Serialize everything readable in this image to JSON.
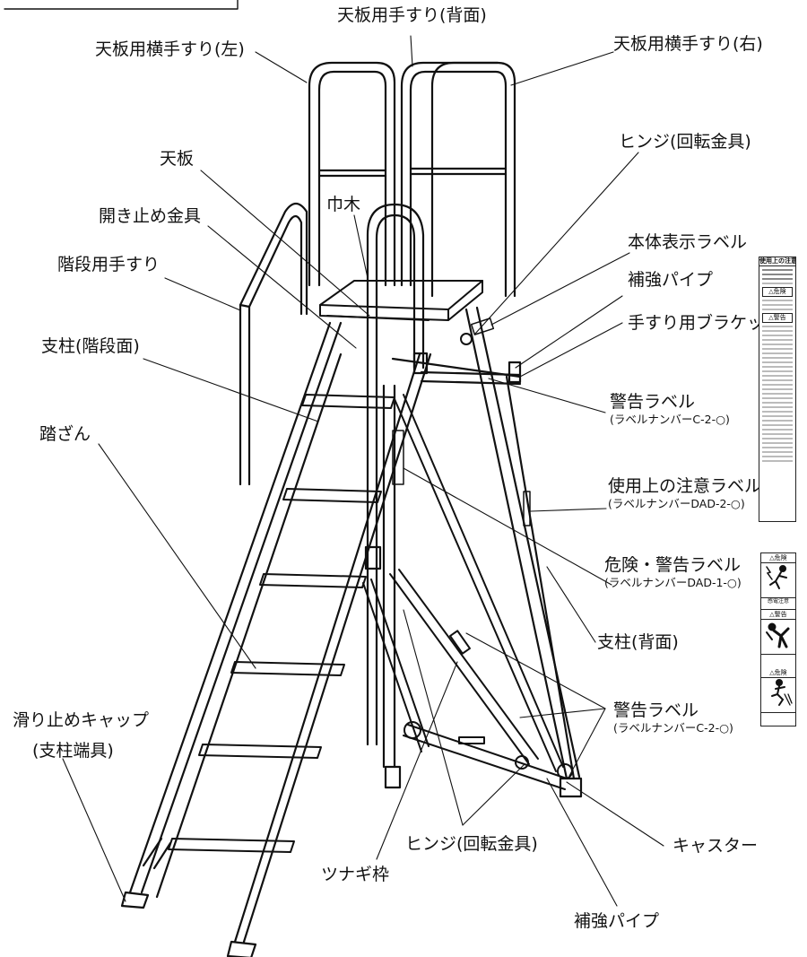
{
  "labels": {
    "top_handrail_back": "天板用手すり(背面)",
    "top_side_handrail_left": "天板用横手すり(左)",
    "top_side_handrail_right": "天板用横手すり(右)",
    "hinge_top": "ヒンジ(回転金具)",
    "top_board": "天板",
    "toe_board": "巾木",
    "open_stop_fitting": "開き止め金具",
    "body_display_label": "本体表示ラベル",
    "stair_handrail": "階段用手すり",
    "reinforcement_pipe_top": "補強パイプ",
    "handrail_bracket": "手すり用ブラケット",
    "pillar_stair_side": "支柱(階段面)",
    "warning_label_top": "警告ラベル",
    "warning_label_top_no": "(ラベルナンバーC-2-○)",
    "step": "踏ざん",
    "usage_caution_label": "使用上の注意ラベル",
    "usage_caution_label_no": "(ラベルナンバーDAD-2-○)",
    "danger_warning_label": "危険・警告ラベル",
    "danger_warning_label_no": "(ラベルナンバーDAD-1-○)",
    "pillar_back": "支柱(背面)",
    "anti_slip_cap": "滑り止めキャップ",
    "anti_slip_cap_sub": "(支柱端具)",
    "warning_label_bottom": "警告ラベル",
    "warning_label_bottom_no": "(ラベルナンバーC-2-○)",
    "caster": "キャスター",
    "hinge_bottom": "ヒンジ(回転金具)",
    "connecting_frame": "ツナギ枠",
    "reinforcement_pipe_bottom": "補強パイプ"
  },
  "sticker_usage": {
    "title": "使用上の注意",
    "danger": "△危険",
    "warning": "△警告"
  },
  "sticker_danger": {
    "head1": "△危険",
    "foot1": "感電注意",
    "head2": "△警告",
    "head3": "△危険"
  }
}
